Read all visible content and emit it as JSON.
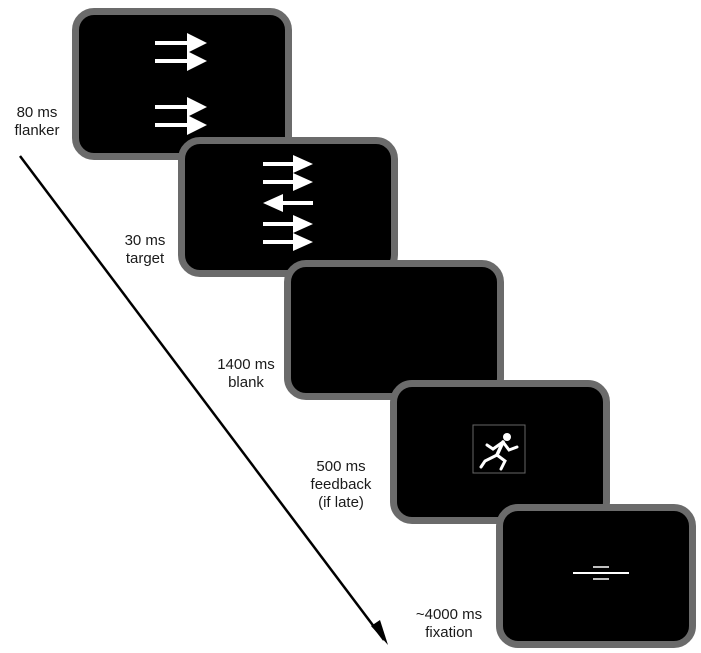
{
  "events": [
    {
      "id": "flanker",
      "duration": "80 ms",
      "name": "flanker",
      "stimulus": "flanker-arrows"
    },
    {
      "id": "target",
      "duration": "30 ms",
      "name": "target",
      "stimulus": "target-arrows"
    },
    {
      "id": "blank",
      "duration": "1400 ms",
      "name": "blank",
      "stimulus": "none"
    },
    {
      "id": "feedback",
      "duration": "500 ms",
      "name": "feedback",
      "note": "(if late)",
      "stimulus": "runner-icon"
    },
    {
      "id": "fixation",
      "duration": "~4000 ms",
      "name": "fixation",
      "stimulus": "fixation-mark"
    }
  ],
  "colors": {
    "screen": "#000000",
    "screen_border": "#6b6b6b",
    "stimulus": "#ffffff",
    "arrow": "#000000"
  }
}
